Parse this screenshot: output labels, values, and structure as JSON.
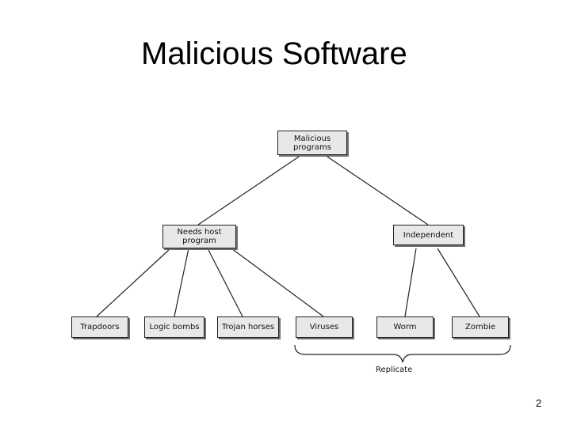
{
  "slide": {
    "title": "Malicious Software",
    "page_number": "2"
  },
  "diagram": {
    "root": "Malicious\nprograms",
    "categories": {
      "needs_host": "Needs host\nprogram",
      "independent": "Independent"
    },
    "leaves": {
      "trapdoors": "Trapdoors",
      "logic_bombs": "Logic bombs",
      "trojan_horses": "Trojan horses",
      "viruses": "Viruses",
      "worm": "Worm",
      "zombie": "Zombie"
    },
    "brace_label": "Replicate",
    "edges": [
      [
        "root",
        "needs_host"
      ],
      [
        "root",
        "independent"
      ],
      [
        "needs_host",
        "trapdoors"
      ],
      [
        "needs_host",
        "logic_bombs"
      ],
      [
        "needs_host",
        "trojan_horses"
      ],
      [
        "needs_host",
        "viruses"
      ],
      [
        "independent",
        "worm"
      ],
      [
        "independent",
        "zombie"
      ]
    ]
  }
}
